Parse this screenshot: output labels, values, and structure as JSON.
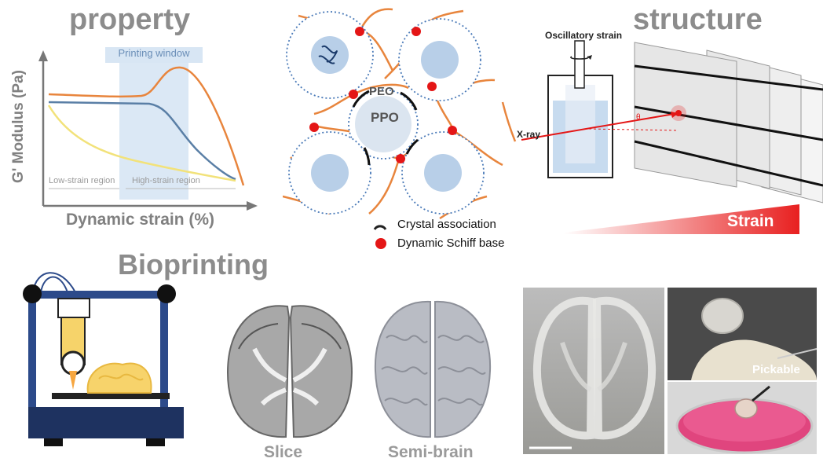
{
  "property": {
    "title": "property",
    "window_label": "Printing window",
    "ylabel": "G' Modulus (Pa)",
    "xlabel": "Dynamic strain (%)",
    "low_region": "Low-strain region",
    "high_region": "High-strain region"
  },
  "micelle": {
    "peo": "PEO",
    "ppo": "PPO",
    "legend_crystal": "Crystal association",
    "legend_schiff": "Dynamic Schiff base"
  },
  "structure": {
    "title": "structure",
    "osc_label": "Oscillatory strain",
    "xray_label": "X-ray",
    "theta": "θ",
    "strain_label": "Strain"
  },
  "bioprinting": {
    "title": "Bioprinting",
    "slice_label": "Slice",
    "semi_label": "Semi-brain",
    "pickable_label": "Pickable"
  },
  "colors": {
    "orange": "#e8853d",
    "blue_line": "#5a7fa6",
    "yellow_line": "#f2e27a",
    "micelle_fill": "#b8cfe8",
    "schiff_red": "#e41616",
    "printer_blue": "#2c4a8a",
    "strain_red": "#e82020",
    "petri_pink": "#e0457e"
  },
  "icons": [
    "printer-icon",
    "brain-slice-icon",
    "semi-brain-icon",
    "rheometer-cup-icon"
  ]
}
